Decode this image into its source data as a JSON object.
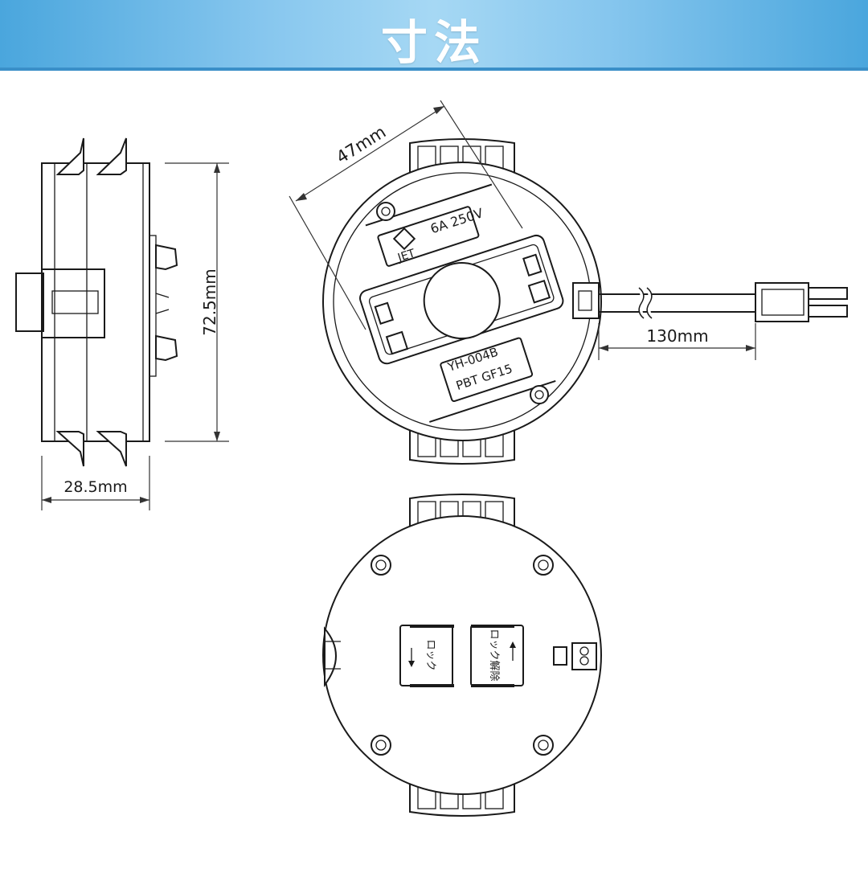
{
  "banner": {
    "title": "寸法"
  },
  "dimensions": {
    "depth": "28.5mm",
    "height": "72.5mm",
    "width": "47mm",
    "cable": "130mm"
  },
  "labels": {
    "rating": "6A 250V",
    "certification": "JET",
    "model": "YH-004B",
    "material": "PBT GF15",
    "lock": "ロック",
    "unlock": "ロック解除"
  }
}
